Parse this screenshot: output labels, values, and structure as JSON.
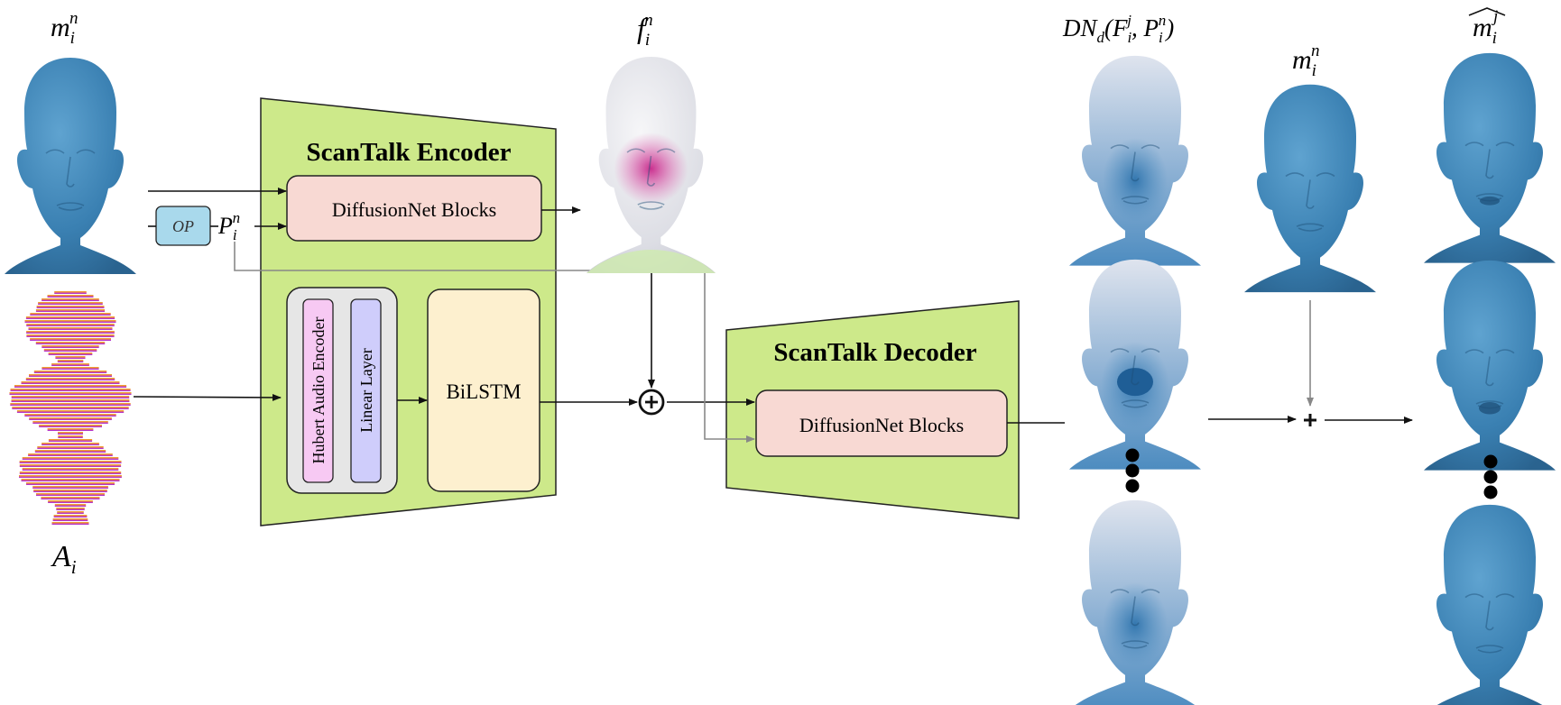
{
  "labels": {
    "m_top": "m",
    "m_top_sub": "i",
    "m_top_sup": "n",
    "f_top": "f",
    "f_top_sub": "i",
    "f_top_sup": "n",
    "dn_prefix": "DN",
    "dn_sub": "d",
    "dn_open": "(F",
    "dn_F_sub": "i",
    "dn_F_sup": "j",
    "dn_mid": ", P",
    "dn_P_sub": "i",
    "dn_P_sup": "n",
    "dn_close": ")",
    "m_mid": "m",
    "m_mid_sub": "i",
    "m_mid_sup": "n",
    "mhat": "m",
    "mhat_sub": "i",
    "mhat_sup": "j",
    "op": "OP",
    "p": "P",
    "p_sub": "i",
    "p_sup": "n",
    "a": "A",
    "a_sub": "i"
  },
  "encoder": {
    "title": "ScanTalk  Encoder",
    "diffusion_block": "DiffusionNet Blocks",
    "hubert": "Hubert Audio Encoder",
    "linear": "Linear Layer",
    "bilstm": "BiLSTM"
  },
  "decoder": {
    "title": "ScanTalk  Decoder",
    "diffusion_block": "DiffusionNet Blocks"
  },
  "operators": {
    "oplus": "⊕",
    "plus": "+"
  },
  "colors": {
    "trapezoid_fill": "#cde98a",
    "diffusion_fill": "#f8d9d3",
    "bilstm_fill": "#fdf0cf",
    "hubert_fill": "#f7c9f3",
    "linear_fill": "#cfcdfb",
    "group_fill": "#e6e6e6",
    "op_fill": "#a9d9ec",
    "mesh_blue": "#3e87b8",
    "mesh_white": "#e8e8ee",
    "mesh_pink": "#d6409a",
    "arrow_black": "#111111",
    "arrow_gray": "#888888"
  },
  "icons": {
    "head": "head-mesh-icon",
    "waveform": "audio-waveform-icon",
    "dots": "vertical-ellipsis-icon"
  }
}
